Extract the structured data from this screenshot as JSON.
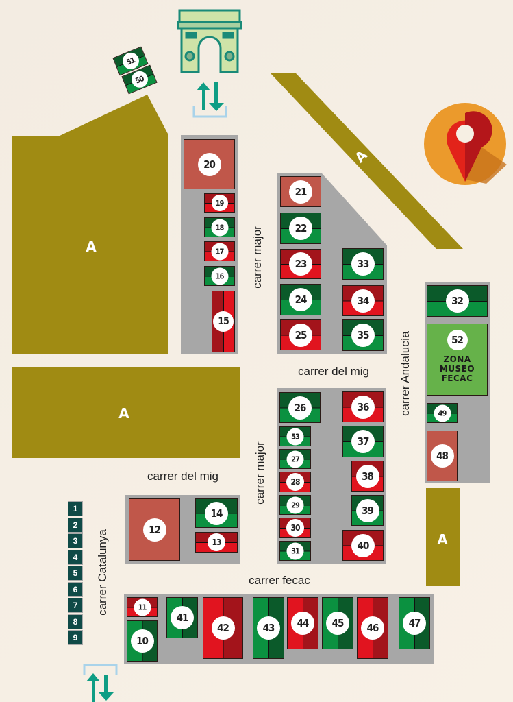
{
  "areas": {
    "parking_label": "A"
  },
  "streets": {
    "major_top": "carrer major",
    "del_mig_right": "carrer del mig",
    "andalucia": "carrer Andalucía",
    "major_bottom": "carrer major",
    "del_mig_left": "carrer del mig",
    "catalunya": "carrer Catalunya",
    "fecac": "carrer fecac"
  },
  "street_numbers": [
    "1",
    "2",
    "3",
    "4",
    "5",
    "6",
    "7",
    "8",
    "9"
  ],
  "museum_zone": {
    "number": "52",
    "lines": [
      "ZONA",
      "MUSEO",
      "FECAC"
    ]
  },
  "stalls": [
    {
      "id": "20",
      "color": "brick"
    },
    {
      "id": "19",
      "color": "red"
    },
    {
      "id": "18",
      "color": "green"
    },
    {
      "id": "17",
      "color": "red"
    },
    {
      "id": "16",
      "color": "green"
    },
    {
      "id": "15",
      "color": "red"
    },
    {
      "id": "21",
      "color": "brick"
    },
    {
      "id": "22",
      "color": "green"
    },
    {
      "id": "23",
      "color": "red"
    },
    {
      "id": "24",
      "color": "green"
    },
    {
      "id": "25",
      "color": "red"
    },
    {
      "id": "33",
      "color": "green"
    },
    {
      "id": "34",
      "color": "red"
    },
    {
      "id": "35",
      "color": "green"
    },
    {
      "id": "32",
      "color": "green"
    },
    {
      "id": "49",
      "color": "green"
    },
    {
      "id": "48",
      "color": "brick"
    },
    {
      "id": "26",
      "color": "green"
    },
    {
      "id": "53",
      "color": "green"
    },
    {
      "id": "27",
      "color": "green"
    },
    {
      "id": "28",
      "color": "red"
    },
    {
      "id": "29",
      "color": "green"
    },
    {
      "id": "30",
      "color": "red"
    },
    {
      "id": "31",
      "color": "green"
    },
    {
      "id": "36",
      "color": "red"
    },
    {
      "id": "37",
      "color": "green"
    },
    {
      "id": "38",
      "color": "red"
    },
    {
      "id": "39",
      "color": "green"
    },
    {
      "id": "40",
      "color": "red"
    },
    {
      "id": "12",
      "color": "brick"
    },
    {
      "id": "14",
      "color": "green"
    },
    {
      "id": "13",
      "color": "red"
    },
    {
      "id": "11",
      "color": "red"
    },
    {
      "id": "10",
      "color": "green"
    },
    {
      "id": "41",
      "color": "green"
    },
    {
      "id": "42",
      "color": "red"
    },
    {
      "id": "43",
      "color": "green"
    },
    {
      "id": "44",
      "color": "red"
    },
    {
      "id": "45",
      "color": "green"
    },
    {
      "id": "46",
      "color": "red"
    },
    {
      "id": "47",
      "color": "green"
    },
    {
      "id": "51",
      "color": "green"
    },
    {
      "id": "50",
      "color": "green"
    }
  ],
  "icons": {
    "landmark": "arc-de-triomf-icon",
    "pin": "location-pin-icon",
    "entrance": "two-way-arrows-icon"
  },
  "colors": {
    "parking": "#a08b13",
    "lot": "#a7a7a7",
    "red": "#e1141f",
    "green": "#0b9140",
    "brick": "#c0574a",
    "teal": "#0f9d84",
    "pin_bg": "#eb9a2c"
  }
}
